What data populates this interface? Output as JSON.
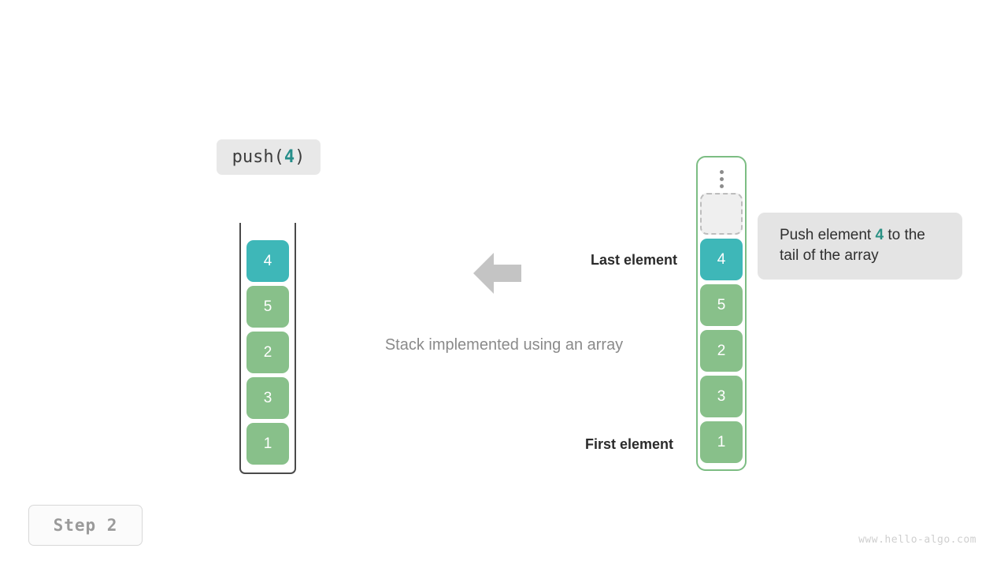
{
  "operation": {
    "prefix": "push(",
    "argument": "4",
    "suffix": ")"
  },
  "stack_figure": {
    "name": "array-based stack",
    "cells": [
      {
        "value": "4",
        "state": "highlight"
      },
      {
        "value": "5",
        "state": "normal"
      },
      {
        "value": "2",
        "state": "normal"
      },
      {
        "value": "3",
        "state": "normal"
      },
      {
        "value": "1",
        "state": "normal"
      }
    ]
  },
  "array_figure": {
    "name": "underlying array",
    "ellipsis_icon": "vertical-ellipsis-icon",
    "placeholder": {
      "value": "",
      "state": "empty"
    },
    "cells": [
      {
        "value": "4",
        "state": "highlight"
      },
      {
        "value": "5",
        "state": "normal"
      },
      {
        "value": "2",
        "state": "normal"
      },
      {
        "value": "3",
        "state": "normal"
      },
      {
        "value": "1",
        "state": "normal"
      }
    ]
  },
  "tooltip": {
    "text_before": "Push element ",
    "argument": "4",
    "text_after": " to the tail of the array"
  },
  "annotations": {
    "arrow_icon": "arrow-left-icon",
    "last_element": "Last element",
    "first_element": "First element",
    "caption": "Stack implemented using an array"
  },
  "step_badge": "Step 2",
  "watermark": "www.hello-algo.com",
  "colors": {
    "highlight": "#3eb7b8",
    "normal": "#88c08a",
    "array_border": "#7cbd83",
    "stack_border": "#4a4a4a",
    "accent_text": "#2a9184",
    "arrow": "#c4c4c4",
    "label_bg": "#e8e8e8",
    "tooltip_bg": "#e4e4e4"
  }
}
